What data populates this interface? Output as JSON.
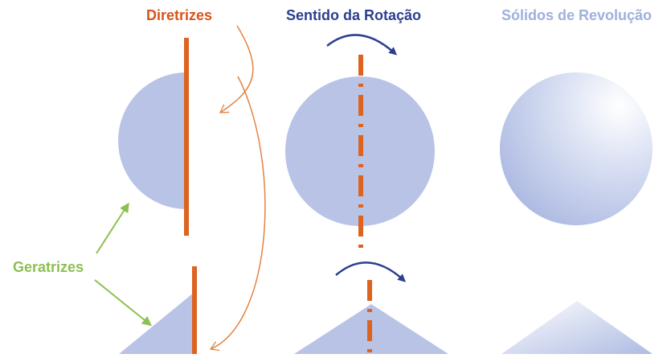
{
  "labels": {
    "diretrizes": "Diretrizes",
    "sentido_rotacao": "Sentido da Rotação",
    "solidos_revolucao": "Sólidos de Revolução",
    "geratrizes": "Geratrizes"
  },
  "colors": {
    "diretrizes": "#d9551b",
    "sentido_rotacao": "#2b3f8f",
    "solidos_revolucao": "#9fb0dc",
    "geratrizes": "#8cc050",
    "shape_fill": "#b8c3e6",
    "axis": "#dd6320",
    "curve": "#e4823f"
  }
}
